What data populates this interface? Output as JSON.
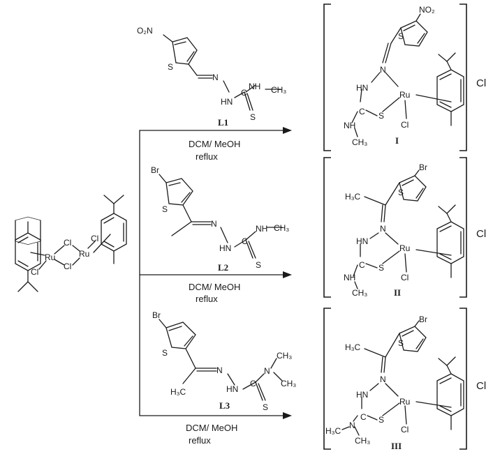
{
  "dimer": {
    "ru1": "Ru",
    "ru2": "Ru",
    "cl_top": "Cl",
    "cl_top2": "Cl",
    "cl_mid": "Cl",
    "cl_left": "Cl"
  },
  "ligands": [
    {
      "label": "L1",
      "atoms": {
        "substituent": "O₂N",
        "s_ring": "S",
        "n1": "N",
        "nh": "HN",
        "c_thio": "C",
        "nh_methyl": "NH",
        "methyl": "CH₃",
        "s_thio": "S"
      }
    },
    {
      "label": "L2",
      "atoms": {
        "substituent": "Br",
        "s_ring": "S",
        "n1": "N",
        "nh": "HN",
        "c_thio": "C",
        "nh_methyl": "NH",
        "methyl": "CH₃",
        "s_thio": "S"
      }
    },
    {
      "label": "L3",
      "atoms": {
        "substituent": "Br",
        "s_ring": "S",
        "n1": "N",
        "nh": "HN",
        "c_thio": "C",
        "n_dimethyl": "N",
        "methyl_a": "CH₃",
        "methyl_b": "CH₃",
        "h3c": "H₃C",
        "s_thio": "S"
      }
    }
  ],
  "conditions": [
    {
      "solvent": "DCM/ MeOH",
      "step": "reflux"
    },
    {
      "solvent": "DCM/ MeOH",
      "step": "reflux"
    },
    {
      "solvent": "DCM/ MeOH",
      "step": "reflux"
    }
  ],
  "complexes": [
    {
      "label": "I",
      "counter_ion": "Cl",
      "atoms": {
        "substituent": "NO₂",
        "s_ring": "S",
        "n1": "N",
        "hn": "HN",
        "ru": "Ru",
        "c": "C",
        "s": "S",
        "cl": "Cl",
        "nh": "NH",
        "methyl": "CH₃"
      }
    },
    {
      "label": "II",
      "counter_ion": "Cl",
      "atoms": {
        "substituent": "Br",
        "h3c": "H₃C",
        "s_ring": "S",
        "n1": "N",
        "hn": "HN",
        "ru": "Ru",
        "c": "C",
        "s": "S",
        "cl": "Cl",
        "nh": "NH",
        "methyl": "CH₃"
      }
    },
    {
      "label": "III",
      "counter_ion": "Cl",
      "atoms": {
        "substituent": "Br",
        "h3c": "H₃C",
        "s_ring": "S",
        "n1": "N",
        "hn": "HN",
        "ru": "Ru",
        "c": "C",
        "s": "S",
        "cl": "Cl",
        "n": "N",
        "h3c_b": "H₃C",
        "methyl": "CH₃"
      }
    }
  ]
}
